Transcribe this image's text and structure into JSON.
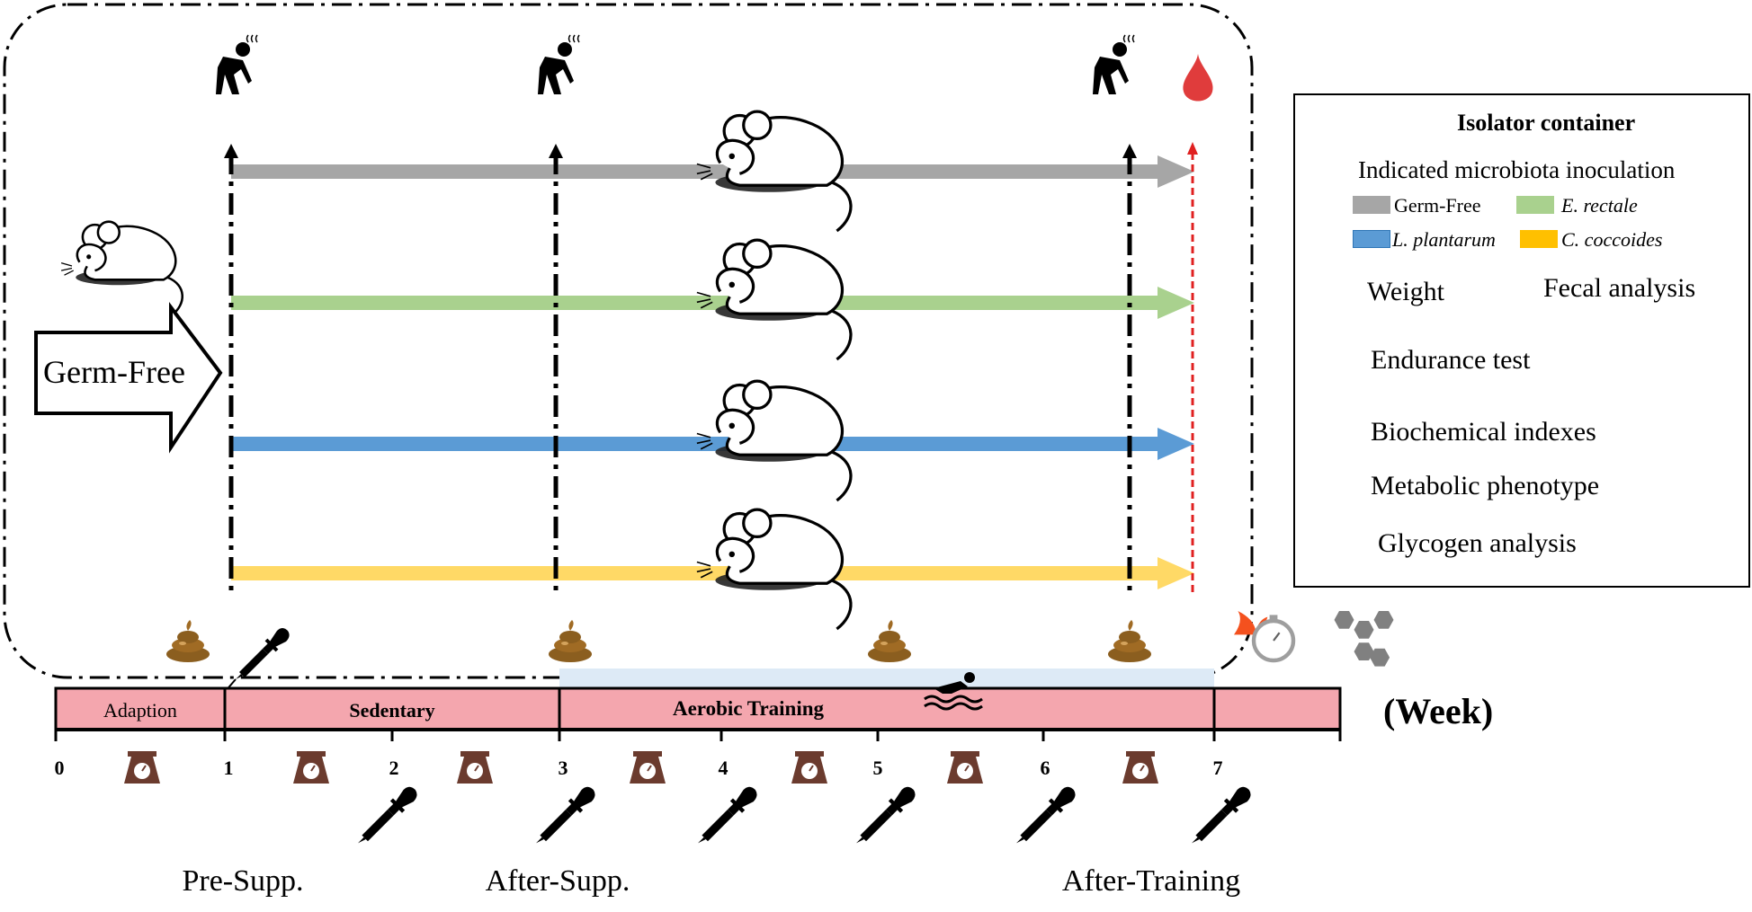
{
  "isolator": {
    "label": "Isolator container"
  },
  "entry_arrow": {
    "label": "Germ-Free"
  },
  "groups": [
    {
      "name": "Germ-Free",
      "color": "#a6a6a6"
    },
    {
      "name": "E. rectale",
      "color": "#a9d18e"
    },
    {
      "name": "L. plantarum",
      "color": "#5b9bd5"
    },
    {
      "name": "C. coccoides",
      "color": "#ffd966"
    }
  ],
  "timeline": {
    "unit": "(Week)",
    "weeks": [
      "0",
      "1",
      "2",
      "3",
      "4",
      "5",
      "6",
      "7"
    ],
    "segments": [
      {
        "label": "Adaption"
      },
      {
        "label": "Sedentary"
      },
      {
        "label": "Aerobic Training"
      },
      {
        "label": ""
      }
    ],
    "bar_color": "#f4a6ae"
  },
  "phases": [
    "Pre-Supp.",
    "After-Supp.",
    "After-Training"
  ],
  "legend": {
    "isolator": "Isolator container",
    "inoculation": "Indicated microbiota inoculation",
    "germ_free": "Germ-Free",
    "e_rectale": "E. rectale",
    "l_plantarum": "L. plantarum",
    "c_coccoides": "C. coccoides",
    "weight": "Weight",
    "fecal": "Fecal analysis",
    "endurance": "Endurance test",
    "biochemical": "Biochemical indexes",
    "metabolic": "Metabolic phenotype",
    "glycogen": "Glycogen analysis"
  },
  "icons": {
    "endurance": "tired-runner-icon",
    "blood": "blood-drop-icon",
    "fecal": "feces-icon",
    "dropper": "dropper-icon",
    "scale": "weighing-scale-icon",
    "swimmer": "swimmer-icon",
    "stopwatch": "flaming-stopwatch-icon",
    "glycogen": "glycogen-molecule-icon",
    "mouse": "mouse-icon"
  }
}
